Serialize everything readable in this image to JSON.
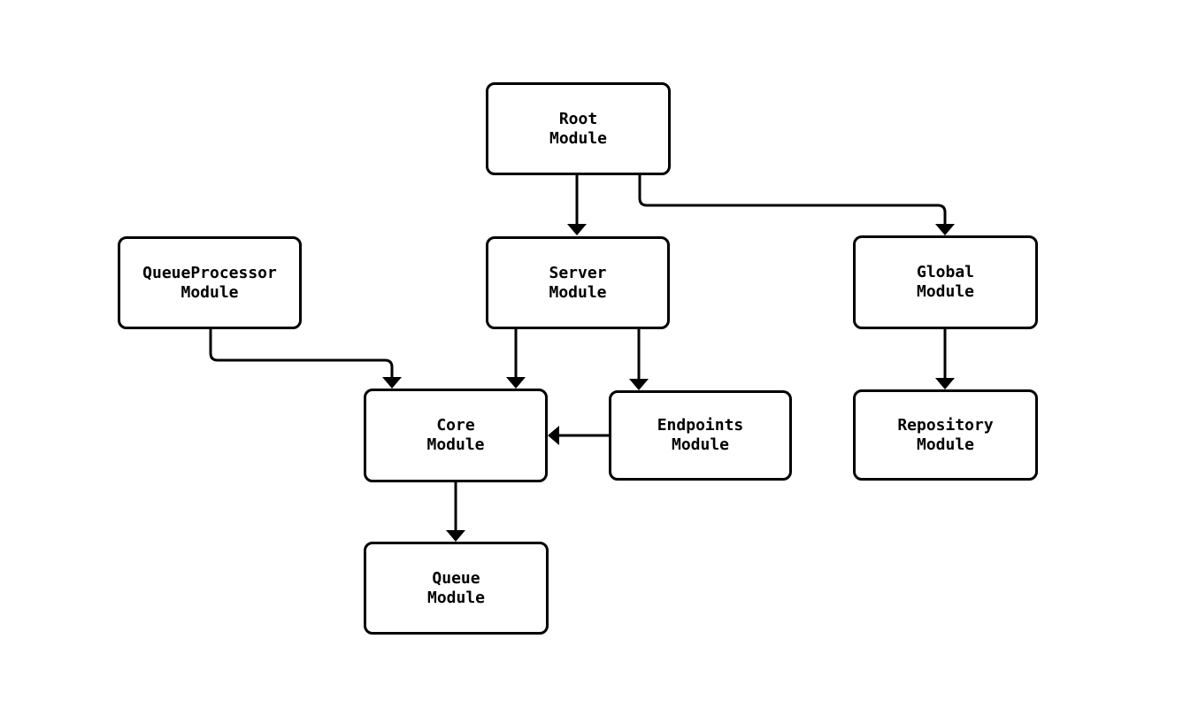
{
  "diagram": {
    "type": "module-dependency-flowchart",
    "colors": {
      "background": "#ffffff",
      "node_fill": "#ffffff",
      "node_border": "#000000",
      "edge_stroke": "#000000",
      "text": "#000000"
    },
    "nodes": {
      "root": {
        "name": "Root",
        "type": "Module"
      },
      "queueprocessor": {
        "name": "QueueProcessor",
        "type": "Module"
      },
      "server": {
        "name": "Server",
        "type": "Module"
      },
      "global": {
        "name": "Global",
        "type": "Module"
      },
      "core": {
        "name": "Core",
        "type": "Module"
      },
      "endpoints": {
        "name": "Endpoints",
        "type": "Module"
      },
      "repository": {
        "name": "Repository",
        "type": "Module"
      },
      "queue": {
        "name": "Queue",
        "type": "Module"
      }
    },
    "edges": [
      {
        "from": "Root Module",
        "to": "Server Module"
      },
      {
        "from": "Root Module",
        "to": "Global Module"
      },
      {
        "from": "QueueProcessor Module",
        "to": "Core Module"
      },
      {
        "from": "Server Module",
        "to": "Core Module"
      },
      {
        "from": "Server Module",
        "to": "Endpoints Module"
      },
      {
        "from": "Endpoints Module",
        "to": "Core Module"
      },
      {
        "from": "Global Module",
        "to": "Repository Module"
      },
      {
        "from": "Core Module",
        "to": "Queue Module"
      }
    ]
  }
}
